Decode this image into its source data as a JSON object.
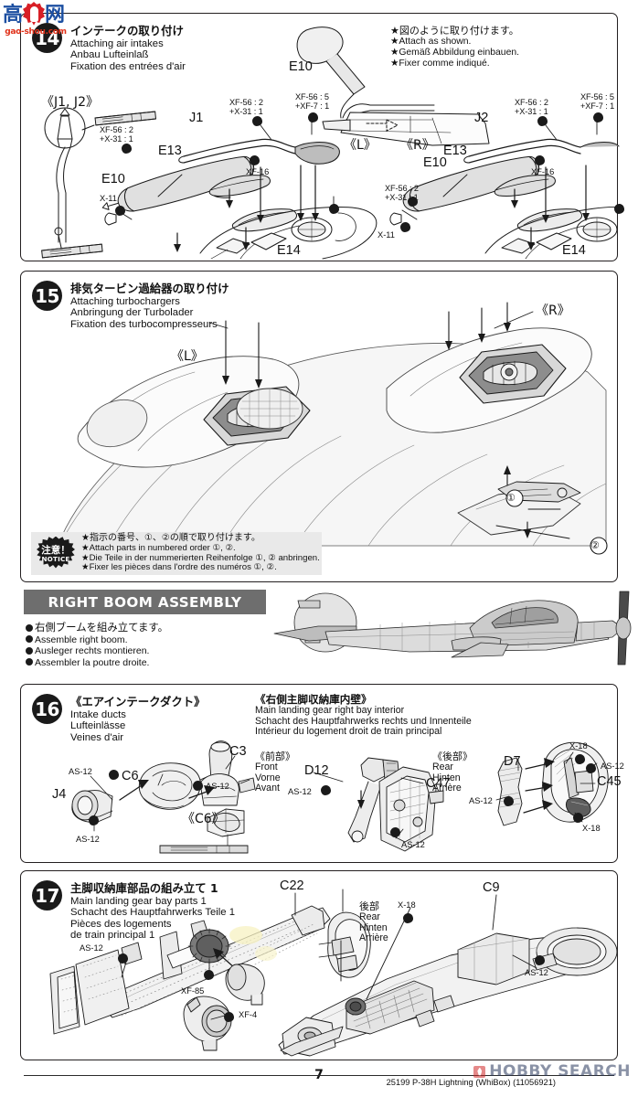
{
  "page": {
    "number": "7",
    "footer_code": "25199  P-38H Lightning (WhiBox) (11056921)"
  },
  "watermark": {
    "char_left": "高",
    "char_right": "网",
    "url": "gao-shou.com",
    "hobby_search": "HOBBY SEARCH"
  },
  "steps": [
    {
      "id": "14",
      "number": "14",
      "title_jp": "インテークの取り付け",
      "title_en": "Attaching air intakes",
      "title_de": "Anbau Lufteinlaß",
      "title_fr": "Fixation des entrées d'air",
      "note": {
        "jp": "★図のように取り付けます。",
        "en": "★Attach as shown.",
        "de": "★Gemäß Abbildung einbauen.",
        "fr": "★Fixer comme indiqué."
      },
      "labels": {
        "sprue_jb": "《J1, J2》",
        "left_mark": "《L》",
        "right_mark": "《R》",
        "e10_top": "E10",
        "j1": "J1",
        "j2": "J2",
        "e13_l": "E13",
        "e13_r": "E13",
        "e10_l": "E10",
        "e10_r": "E10",
        "e14_l": "E14",
        "e14_r": "E14",
        "xf16_l": "XF-16",
        "xf16_r": "XF-16",
        "x11_l": "X-11",
        "x11_r": "X-11",
        "paint_a_l": "XF-56 : 2\n+X-31 : 1",
        "paint_b_l": "XF-56 : 2\n+X-31 : 1",
        "paint_c_l": "XF-56 : 5\n+XF-7 : 1",
        "paint_d_l": "XF-56 : 2\n+X-31 : 1",
        "paint_a_r": "XF-56 : 2\n+X-31 : 1",
        "paint_b_r": "XF-56 : 5\n+XF-7 : 1",
        "paint_c_r": "XF-56 : 2\n+X-31 : 1"
      }
    },
    {
      "id": "15",
      "number": "15",
      "title_jp": "排気タービン過給器の取り付け",
      "title_en": "Attaching turbochargers",
      "title_de": "Anbringung der Turbolader",
      "title_fr": "Fixation des turbocompresseurs",
      "labels": {
        "left_mark": "《L》",
        "right_mark": "《R》",
        "order_1": "①",
        "order_2": "②"
      }
    },
    {
      "id": "16",
      "number": "16",
      "title_jp": "《エアインテークダクト》",
      "title_en": "Intake ducts",
      "title_de": "Lufteinlässe",
      "title_fr": "Veines d'air",
      "title2_jp": "《右側主脚収納庫内壁》",
      "title2_en": "Main landing gear right bay interior",
      "title2_de": "Schacht des Hauptfahrwerks rechts und Innenteile",
      "title2_fr": "Intérieur du logement droit de train principal",
      "labels": {
        "front_jp": "《前部》",
        "front_en": "Front",
        "front_de": "Vorne",
        "front_fr": "Avant",
        "rear_jp": "《後部》",
        "rear_en": "Rear",
        "rear_de": "Hinten",
        "rear_fr": "Arrière",
        "c3": "C3",
        "c6": "C6",
        "c6_sub": "《C6》",
        "j4": "J4",
        "d12": "D12",
        "c47": "C47",
        "d7": "D7",
        "c45": "C45",
        "as12_1": "AS-12",
        "as12_2": "AS-12",
        "as12_3": "AS-12",
        "as12_4": "AS-12",
        "as12_5": "AS-12",
        "as12_6": "AS-12",
        "as12_7": "AS-12",
        "x18_1": "X-18",
        "x18_2": "X-18"
      }
    },
    {
      "id": "17",
      "number": "17",
      "title_jp": "主脚収納庫部品の組み立て 1",
      "title_en": "Main landing gear bay parts 1",
      "title_de": "Schacht des Hauptfahrwerks Teile 1",
      "title_fr": "Pièces des logements",
      "title_fr2": "de train principal 1",
      "labels": {
        "c22": "C22",
        "c9": "C9",
        "rear_jp": "後部",
        "rear_en": "Rear",
        "rear_de": "Hinten",
        "rear_fr": "Arrière",
        "as12_1": "AS-12",
        "as12_2": "AS-12",
        "xf85": "XF-85",
        "xf4": "XF-4",
        "x18": "X-18"
      }
    }
  ],
  "notice": {
    "seal_jp": "注意！",
    "seal_en": "NOTICE",
    "lines": [
      "★指示の番号、①、②の順で取り付けます。",
      "★Attach parts in numbered order ①, ②.",
      "★Die Teile in der nummerierten Reihenfolge ①, ② anbringen.",
      "★Fixer les pièces dans l'ordre des numéros ①, ②."
    ]
  },
  "section": {
    "banner": "RIGHT BOOM ASSEMBLY",
    "bullets": [
      "右側ブームを組み立てます。",
      "Assemble right boom.",
      "Ausleger rechts montieren.",
      "Assembler la poutre droite."
    ]
  }
}
